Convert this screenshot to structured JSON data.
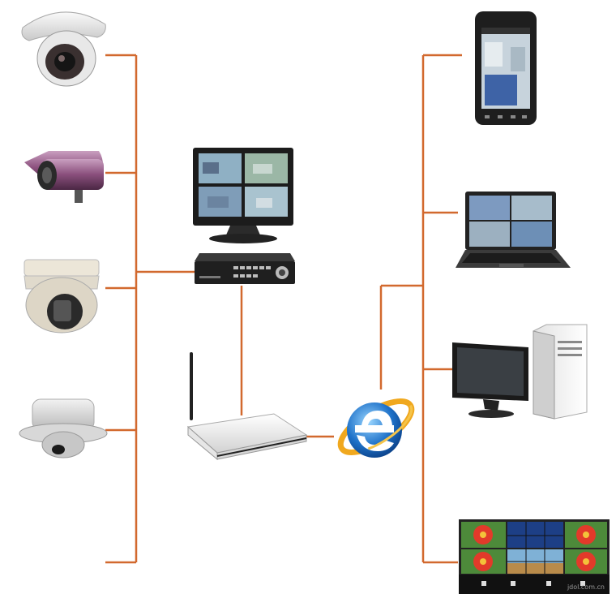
{
  "diagram": {
    "wire_color": "#d2692e",
    "cameras": [
      {
        "id": "dome-camera",
        "icon": "dome-camera-icon"
      },
      {
        "id": "bullet-camera",
        "icon": "bullet-camera-icon"
      },
      {
        "id": "ptz-camera",
        "icon": "ptz-dome-camera-icon"
      },
      {
        "id": "ceiling-camera",
        "icon": "ceiling-mini-dome-icon"
      }
    ],
    "recorder": {
      "monitor_icon": "quad-view-monitor-icon",
      "dvr_icon": "dvr-recorder-icon"
    },
    "router": {
      "icon": "wireless-router-icon"
    },
    "internet": {
      "icon": "internet-explorer-icon"
    },
    "clients": [
      {
        "id": "smartphone",
        "icon": "smartphone-icon"
      },
      {
        "id": "laptop",
        "icon": "laptop-icon"
      },
      {
        "id": "desktop-pc",
        "icon": "desktop-pc-icon"
      },
      {
        "id": "video-wall",
        "icon": "video-wall-icon"
      }
    ]
  },
  "watermark": "jdol.com.cn"
}
